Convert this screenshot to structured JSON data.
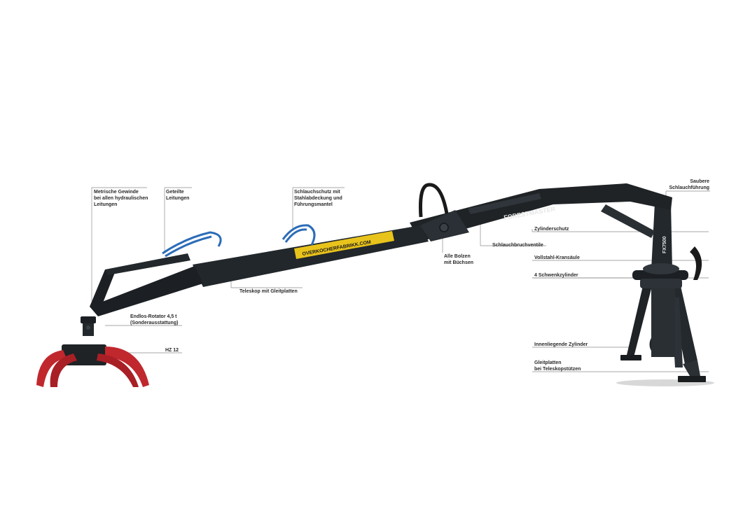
{
  "callouts": {
    "metric_threads": [
      "Metrische Gewinde",
      "bei allen hydraulischen",
      "Leitungen"
    ],
    "split_lines": [
      "Geteilte",
      "Leitungen"
    ],
    "hose_protection": [
      "Schlauchschutz mit",
      "Stahlabdeckung und",
      "Führungsmantel"
    ],
    "clean_hose_routing": [
      "Saubere",
      "Schlauchführung"
    ],
    "cylinder_protection": [
      "Zylinderschutz"
    ],
    "pins_bushings": [
      "Alle Bolzen",
      "mit Büchsen"
    ],
    "hose_rupture_valve": [
      "Schlauchbruchventile"
    ],
    "steel_column": [
      "Vollstahl-Kransäule"
    ],
    "slewing_cylinders": [
      "4 Schwenkzylinder"
    ],
    "telescope_plates": [
      "Teleskop mit Gleitplatten"
    ],
    "rotator": [
      "Endlos-Rotator 4,5 t",
      "(Sonderausstattung)"
    ],
    "grapple": [
      "HZ 12"
    ],
    "internal_cylinder": [
      "Innenliegende Zylinder"
    ],
    "stabilizer_plates": [
      "Gleitplatten",
      "bei Teleskopstützen"
    ]
  },
  "decals": {
    "brand": "FORESTMASTER",
    "model": "FX7500",
    "telescope_sticker": "OVERKOCHERFABRIKK.COM"
  },
  "colors": {
    "steel": "#1f2326",
    "steel_highlight": "#3a4046",
    "hose": "#2b6cb8",
    "grapple": "#c0282e",
    "sticker": "#e8c31c",
    "leader": "#8a8a8a"
  }
}
